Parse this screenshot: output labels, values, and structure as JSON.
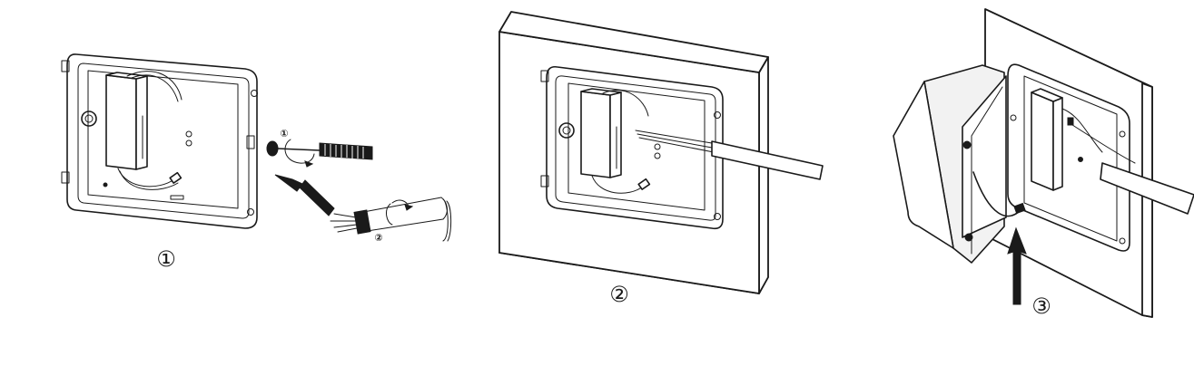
{
  "steps": [
    {
      "label": "①",
      "sub_labels": [
        "①",
        "②"
      ]
    },
    {
      "label": "②"
    },
    {
      "label": "③"
    }
  ]
}
